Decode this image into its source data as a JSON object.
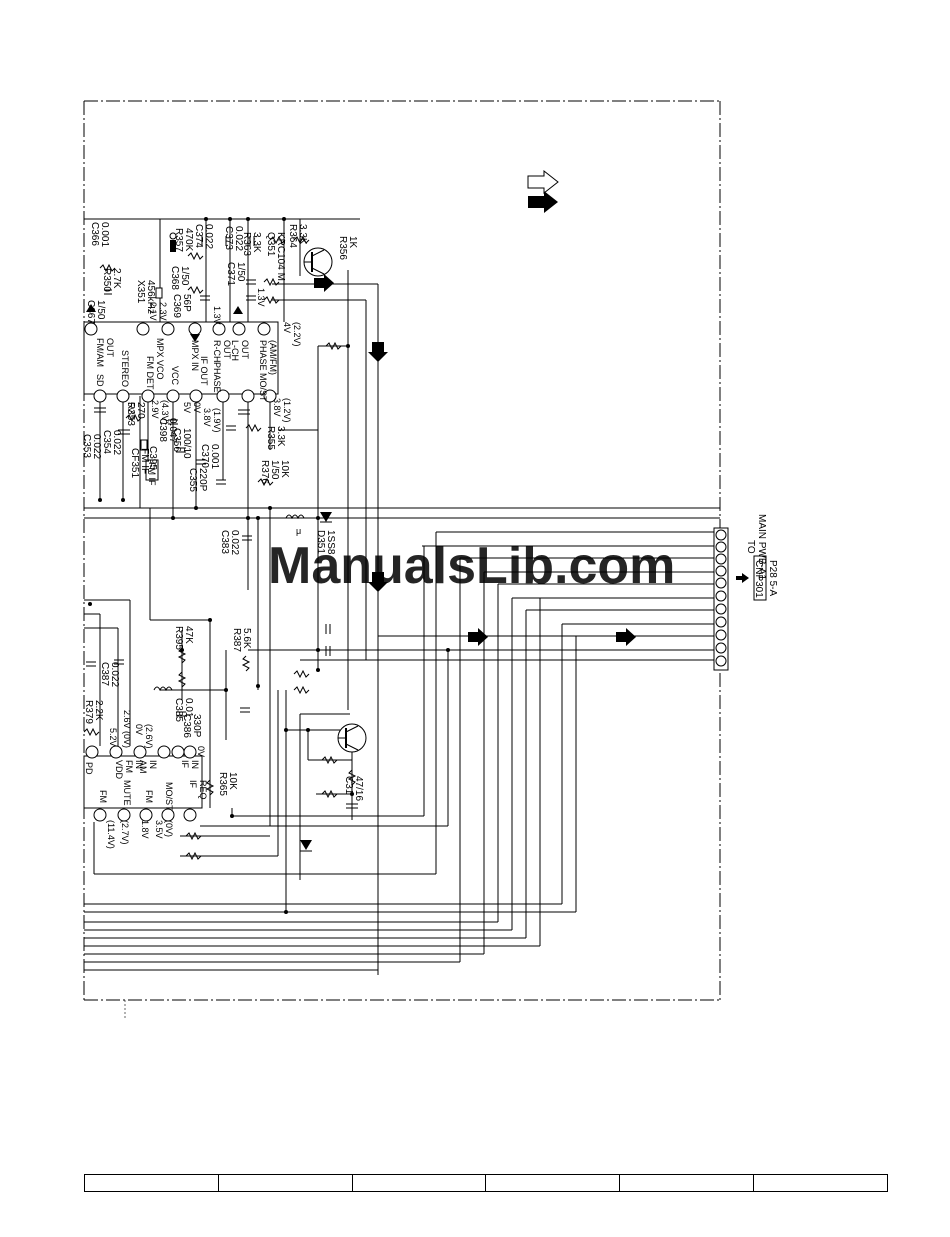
{
  "watermark": "ManualsLib.com",
  "connector": {
    "ref": "CNP301",
    "to": "TO",
    "board": "MAIN PWB-A1",
    "page": "P28  5-A"
  },
  "ic_upper_pins": {
    "out": "FM/AM\nOUT",
    "sd": "SD",
    "stereo": "STEREO",
    "fmdet": "FM DET",
    "mpxvco": "MPX VCO",
    "vcc": "VCC",
    "mpxin": "MPX IN",
    "ifout": "IF OUT",
    "rch": "R-CH\nOUT",
    "lch": "L-CH\nOUT",
    "phase": "PHASE",
    "phasemost": "PHASE MO/ST\n(AM/FM)"
  },
  "ic_lower_pins": {
    "pd": "PD",
    "vdd": "VDD",
    "fmin": "FM\nIN",
    "amin": "AM\nIN",
    "fm1": "FM",
    "mute": "MUTE",
    "fm2": "FM",
    "most": "MO/ST",
    "ifin": "IF\nIN",
    "ifreq": "IF\nREQ"
  },
  "components": [
    {
      "ref": "C366",
      "value": "0.001"
    },
    {
      "ref": "R350",
      "value": "2.7K"
    },
    {
      "ref": "C367",
      "value": "1/50"
    },
    {
      "ref": "X351",
      "value": "456kHz"
    },
    {
      "ref": "R357",
      "value": "470K"
    },
    {
      "ref": "C374",
      "value": "0.022"
    },
    {
      "ref": "C373",
      "value": "0.022"
    },
    {
      "ref": "R363",
      "value": "3.3K"
    },
    {
      "ref": "R364",
      "value": "3.3K"
    },
    {
      "ref": "Q351",
      "value": "KRC104 M"
    },
    {
      "ref": "R356",
      "value": "1K"
    },
    {
      "ref": "C368",
      "value": "1/50"
    },
    {
      "ref": "C369",
      "value": "56P"
    },
    {
      "ref": "C371",
      "value": "1/50"
    },
    {
      "ref": "C353",
      "value": "0.022"
    },
    {
      "ref": "C354",
      "value": "0.022"
    },
    {
      "ref": "R353",
      "value": "270"
    },
    {
      "ref": "CF351",
      "value": "FM IF"
    },
    {
      "ref": "C398",
      "value": "0.047"
    },
    {
      "ref": "C356",
      "value": "100/10"
    },
    {
      "ref": "C395",
      "value": ""
    },
    {
      "ref": "C370",
      "value": "0.001"
    },
    {
      "ref": "C355",
      "value": "220P"
    },
    {
      "ref": "R376",
      "value": "1/50\n10K"
    },
    {
      "ref": "R355",
      "value": "3.3K"
    },
    {
      "ref": "C383",
      "value": "0.022"
    },
    {
      "ref": "D351",
      "value": "1SS8"
    },
    {
      "ref": "R395",
      "value": "47K"
    },
    {
      "ref": "R387",
      "value": "5.6K"
    },
    {
      "ref": "C387",
      "value": "0.022"
    },
    {
      "ref": "R379",
      "value": "2.2K"
    },
    {
      "ref": "C385",
      "value": "0.01"
    },
    {
      "ref": "C386",
      "value": "330P"
    },
    {
      "ref": "R365",
      "value": "10K"
    },
    {
      "ref": "C31",
      "value": "47/16"
    }
  ],
  "voltages": {
    "v1": "2.1V",
    "v2": "2.3V",
    "v3": "1.3V",
    "v4": "1.3V",
    "v5": "4V\n(2.2V)",
    "v6": "5V",
    "v7": "2.9V\n(4.3V)",
    "v8": "5V\n0V",
    "v9": "3.8V\n(1.9V)",
    "v10": "3.8V\n(1.2V)",
    "v11": "5.2V",
    "v12": "2.6V (0V)",
    "v13": "0V\n(2.6V)",
    "v14": "0V",
    "v15": "(11.4V)",
    "v16": "(2.7V)",
    "v17": "1.8V",
    "v18": "3.5V\n(0V)"
  },
  "misc": {
    "mu": "μ",
    "fm_if_label": "FM IF"
  },
  "footer_cells": [
    "",
    "",
    "",
    "",
    "",
    ""
  ]
}
